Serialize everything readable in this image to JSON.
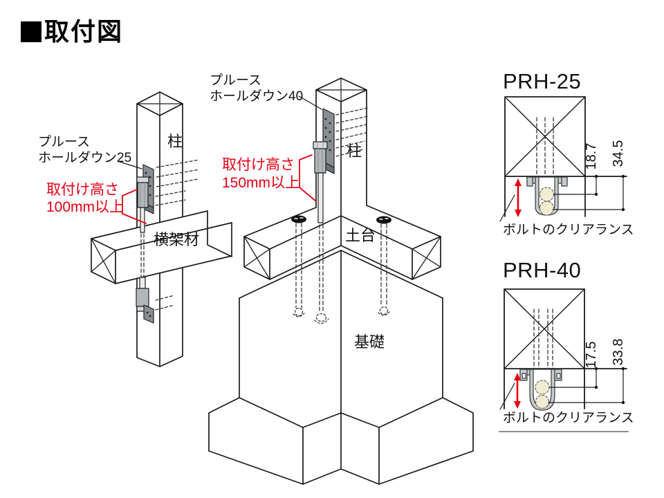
{
  "title": "取付図",
  "colors": {
    "red": "#e60012",
    "line": "#1a1a1a",
    "metal": "#c7cbce",
    "metal_dark": "#888e92",
    "bolt_cream": "#f1edd3"
  },
  "left_diagram": {
    "part_line1": "プルース",
    "part_line2": "ホールダウン25",
    "column": "柱",
    "beam": "横架材",
    "note_line1": "取付け高さ",
    "note_line2": "100mm以上"
  },
  "center_diagram": {
    "part_line1": "プルース",
    "part_line2": "ホールダウン40",
    "column": "柱",
    "sill": "土台",
    "foundation": "基礎",
    "note_line1": "取付け高さ",
    "note_line2": "150mm以上"
  },
  "details": [
    {
      "title": "PRH-25",
      "dim_inner": "18.7",
      "dim_outer": "34.5",
      "clearance": "ボルトのクリアランス"
    },
    {
      "title": "PRH-40",
      "dim_inner": "17.5",
      "dim_outer": "33.8",
      "clearance": "ボルトのクリアランス"
    }
  ]
}
